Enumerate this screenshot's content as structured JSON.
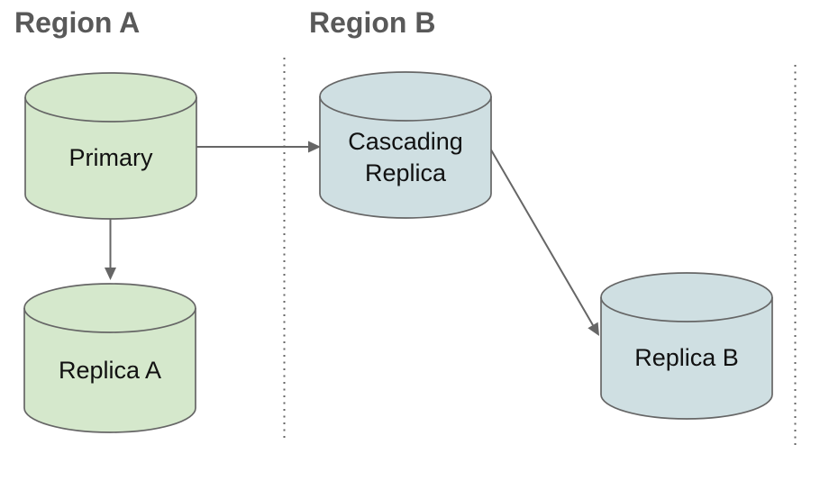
{
  "diagram": {
    "title": "",
    "regions": [
      {
        "label": "Region A"
      },
      {
        "label": "Region B"
      }
    ],
    "nodes": {
      "primary": {
        "label": "Primary",
        "type": "database-cylinder",
        "region": "Region A"
      },
      "cascading": {
        "lines": [
          "Cascading",
          "Replica"
        ],
        "type": "database-cylinder",
        "region": "Region B"
      },
      "replica_a": {
        "label": "Replica A",
        "type": "database-cylinder",
        "region": "Region A"
      },
      "replica_b": {
        "label": "Replica B",
        "type": "database-cylinder",
        "region": "Region B"
      }
    },
    "edges": [
      {
        "from": "Primary",
        "to": "Cascading Replica"
      },
      {
        "from": "Primary",
        "to": "Replica A"
      },
      {
        "from": "Cascading Replica",
        "to": "Replica B"
      }
    ]
  },
  "colors": {
    "node_green": "#d5e8cc",
    "node_blue": "#cfdfe2",
    "outline_gray": "#666666",
    "heading_gray": "#595959",
    "label_text": "#111111"
  }
}
